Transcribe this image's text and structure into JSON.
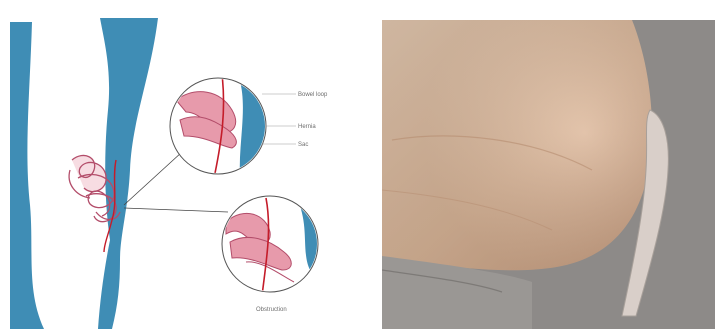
{
  "diagram": {
    "labels": {
      "callout_1": "Bowel loop",
      "callout_2": "Hernia",
      "callout_3": "Sac",
      "callout_bottom": "Obstruction"
    }
  },
  "colors": {
    "abdominal_wall_blue": "#3f8db5",
    "intestine_pink": "#e79aab",
    "intestine_outline": "#b34d6a",
    "vessel_red": "#c41c2a",
    "skin_tone": "#e2c3a7",
    "photo_background": "#8d8a88"
  },
  "photo": {
    "subject": "abdominal-hernia-bulge-photo"
  }
}
